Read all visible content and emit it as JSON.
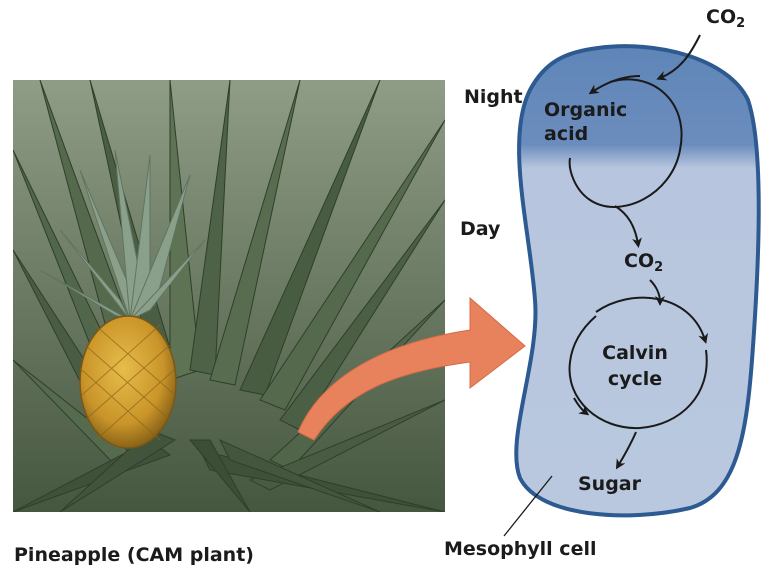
{
  "photo": {
    "subject": "pineapple-plant-photo",
    "caption": "Pineapple (CAM plant)"
  },
  "diagram": {
    "time_labels": {
      "night": "Night",
      "day": "Day"
    },
    "co2_top": {
      "base": "CO",
      "sub": "2"
    },
    "co2_middle": {
      "base": "CO",
      "sub": "2"
    },
    "organic_acid": {
      "line1": "Organic",
      "line2": "acid"
    },
    "calvin": {
      "line1": "Calvin",
      "line2": "cycle"
    },
    "product": "Sugar",
    "cell_label": "Mesophyll cell"
  },
  "colors": {
    "cell_outline": "#2c5a91",
    "night_fill": "#6b8dbd",
    "day_fill": "#b7c6de",
    "big_arrow": "#e8825d",
    "pineapple": "#d4a437",
    "leaves": "#3e5239"
  }
}
